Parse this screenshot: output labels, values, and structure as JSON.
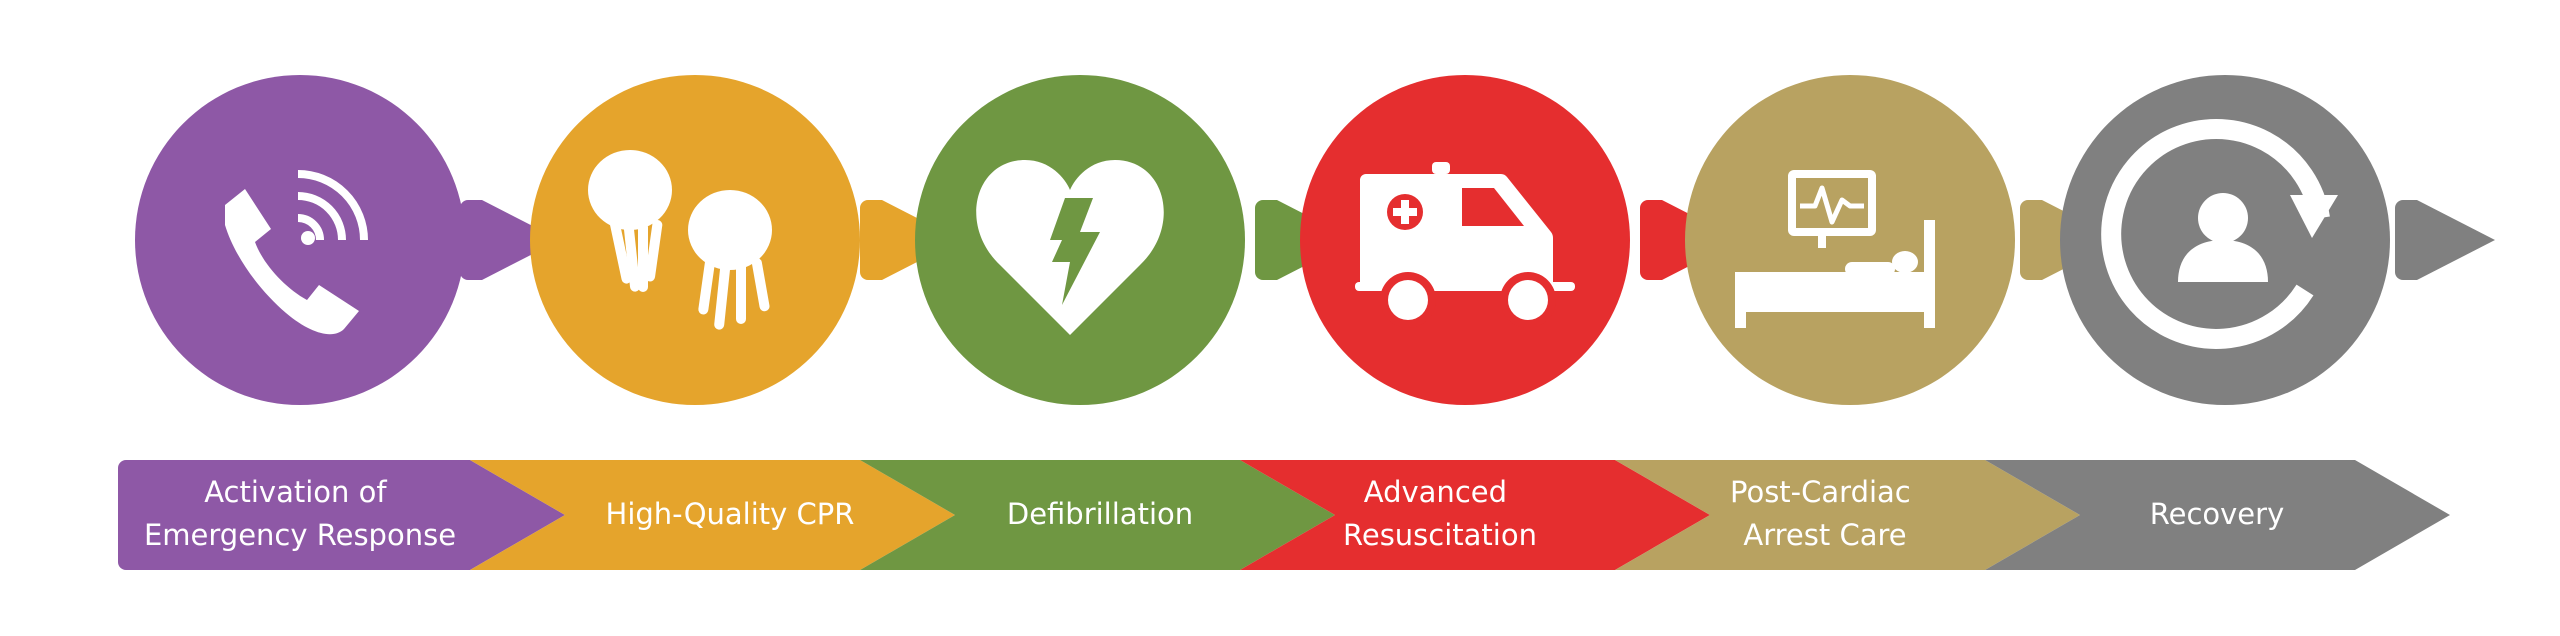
{
  "steps": [
    {
      "label_lines": [
        "Activation of",
        "Emergency Response"
      ],
      "color": "#8e58a6",
      "icon": "phone-icon"
    },
    {
      "label_lines": [
        "High-Quality CPR"
      ],
      "color": "#e5a42c",
      "icon": "hands-icon"
    },
    {
      "label_lines": [
        "Defibrillation"
      ],
      "color": "#6f9742",
      "icon": "heart-lightning-icon"
    },
    {
      "label_lines": [
        "Advanced",
        "Resuscitation"
      ],
      "color": "#e52e2f",
      "icon": "ambulance-icon"
    },
    {
      "label_lines": [
        "Post-Cardiac",
        "Arrest Care"
      ],
      "color": "#b8a261",
      "icon": "hospital-bed-icon"
    },
    {
      "label_lines": [
        "Recovery"
      ],
      "color": "#808080",
      "icon": "recovery-icon"
    }
  ]
}
